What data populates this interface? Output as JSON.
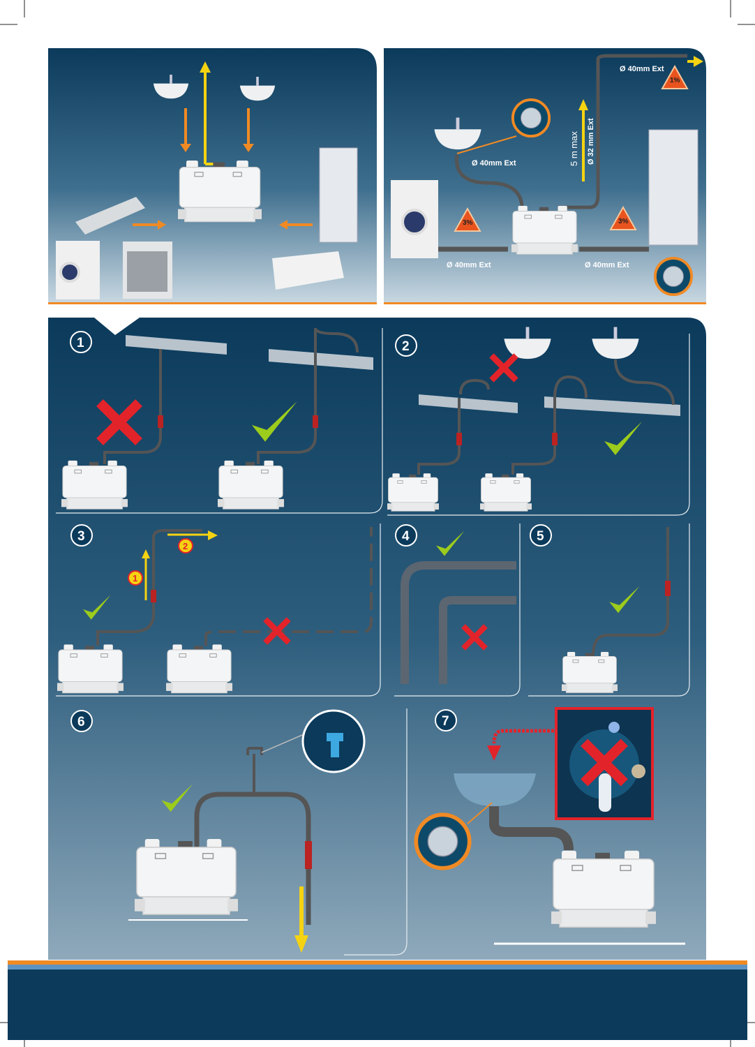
{
  "top_right": {
    "sink_pipe": "Ø 40mm Ext",
    "washer_pipe": "Ø 40mm Ext",
    "shower_pipe": "Ø 40mm Ext",
    "outlet_pipe": "Ø 40mm Ext",
    "vertical_max": "5 m max",
    "vertical_pipe": "Ø 32 mm Ext",
    "slope_outlet": "1%",
    "slope_left": "3%",
    "slope_right": "3%"
  },
  "steps": [
    "1",
    "2",
    "3",
    "4",
    "5",
    "6",
    "7"
  ],
  "step3_markers": [
    "1",
    "2"
  ],
  "colors": {
    "navy": "#0b3a5b",
    "orange": "#f08a24",
    "yellow": "#f5d312",
    "green": "#9ccc1c",
    "red": "#e3232a"
  }
}
